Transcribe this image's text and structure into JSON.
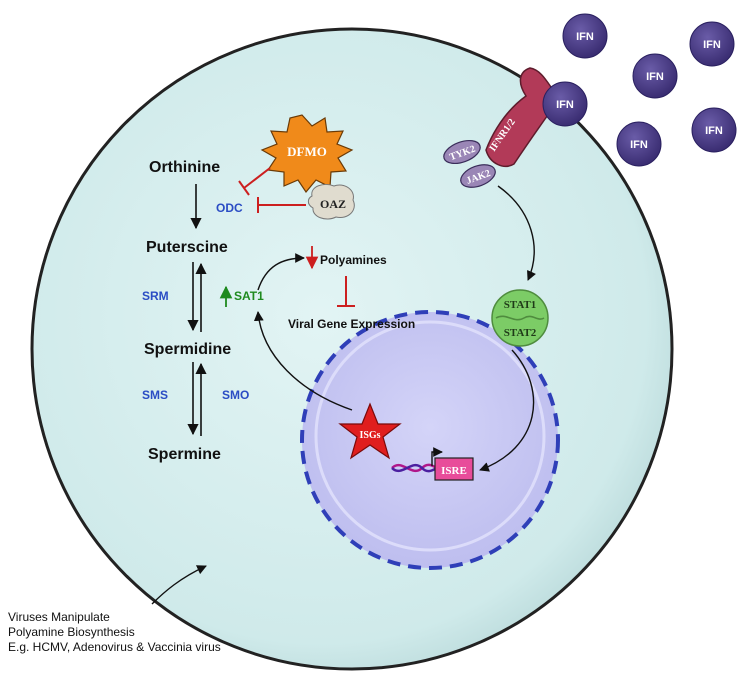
{
  "metabolites": {
    "orthinine": "Orthinine",
    "puterscine": "Puterscine",
    "spermidine": "Spermidine",
    "spermine": "Spermine"
  },
  "enzymes": {
    "odc": "ODC",
    "srm": "SRM",
    "sat1": "SAT1",
    "sms": "SMS",
    "smo": "SMO"
  },
  "inhibitors": {
    "dfmo": "DFMO",
    "oaz": "OAZ"
  },
  "effects": {
    "polyamines": "Polyamines",
    "viral_gene_expression": "Viral Gene Expression"
  },
  "signaling": {
    "ifn": "IFN",
    "ifn_count": 6,
    "receptor": "IFNR1/2",
    "tyk2": "TYK2",
    "jak2": "JAK2",
    "stat1": "STAT1",
    "stat2": "STAT2",
    "isgs": "ISGs",
    "isre": "ISRE"
  },
  "caption": {
    "line1": "Viruses Manipulate",
    "line2": "Polyamine Biosynthesis",
    "line3": "E.g. HCMV, Adenovirus & Vaccinia virus"
  },
  "colors": {
    "cell_fill": "#d6eeee",
    "nucleus_fill": "#c8c8f4",
    "nucleus_border": "#2f3fb8",
    "enzyme_blue": "#2a4cc4",
    "sat1_green": "#1e8a1e",
    "inhibit_red": "#cc1f1f",
    "dfmo_orange": "#f08a1a",
    "ifn_purple": "#4a3c86",
    "receptor_pink": "#b23a58",
    "stat_green": "#7ccc66",
    "isgs_red": "#e01e1e",
    "isre_pink": "#e84c9a"
  }
}
